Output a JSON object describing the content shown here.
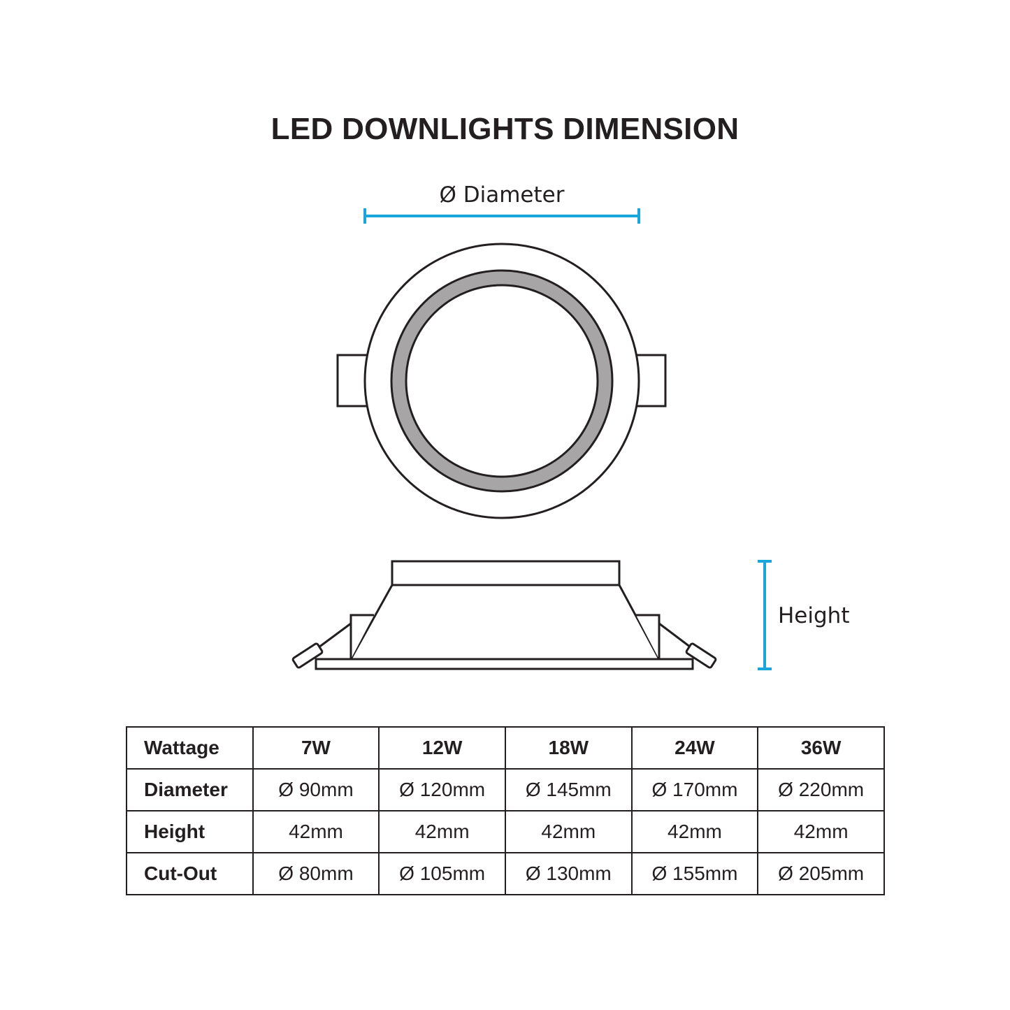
{
  "title": "LED DOWNLIGHTS DIMENSION",
  "diagram": {
    "diameter_label": "Ø Diameter",
    "height_label": "Height",
    "accent_color": "#1aa6dd",
    "line_color": "#231f20",
    "ring_color": "#a7a5a6"
  },
  "table": {
    "header": [
      "Wattage",
      "7W",
      "12W",
      "18W",
      "24W",
      "36W"
    ],
    "rows": [
      [
        "Diameter",
        "Ø 90mm",
        "Ø 120mm",
        "Ø 145mm",
        "Ø 170mm",
        "Ø 220mm"
      ],
      [
        "Height",
        "42mm",
        "42mm",
        "42mm",
        "42mm",
        "42mm"
      ],
      [
        "Cut-Out",
        "Ø 80mm",
        "Ø 105mm",
        "Ø 130mm",
        "Ø 155mm",
        "Ø 205mm"
      ]
    ]
  }
}
